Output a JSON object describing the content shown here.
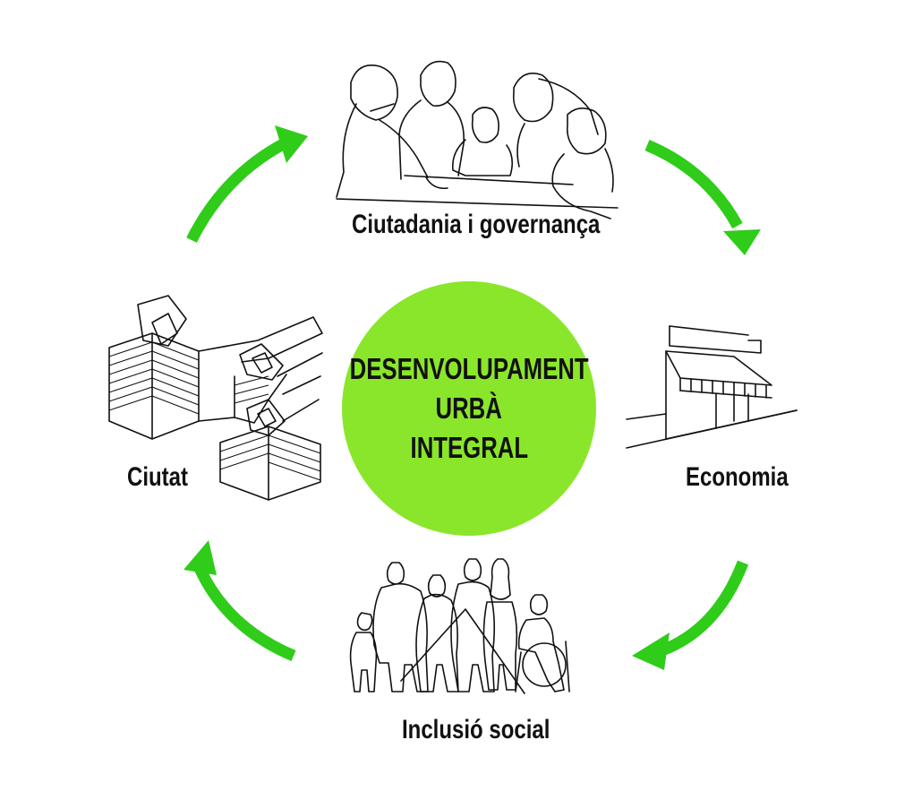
{
  "colors": {
    "accent": "#2fcc1a",
    "circle": "#8ae62a",
    "ink": "#111111"
  },
  "center": {
    "lines": [
      "DESENVOLUPAMENT",
      "URBÀ",
      "INTEGRAL"
    ]
  },
  "nodes": {
    "top": {
      "label": "Ciutadania i governança",
      "icon": "people-at-table-icon"
    },
    "right": {
      "label": "Economia",
      "icon": "storefront-awning-icon"
    },
    "bottom": {
      "label": "Inclusió social",
      "icon": "diverse-people-group-icon"
    },
    "left": {
      "label": "Ciutat",
      "icon": "isometric-buildings-icon"
    }
  },
  "arrows": [
    "arrow-left-to-top",
    "arrow-top-to-right",
    "arrow-right-to-bottom",
    "arrow-bottom-to-left"
  ]
}
